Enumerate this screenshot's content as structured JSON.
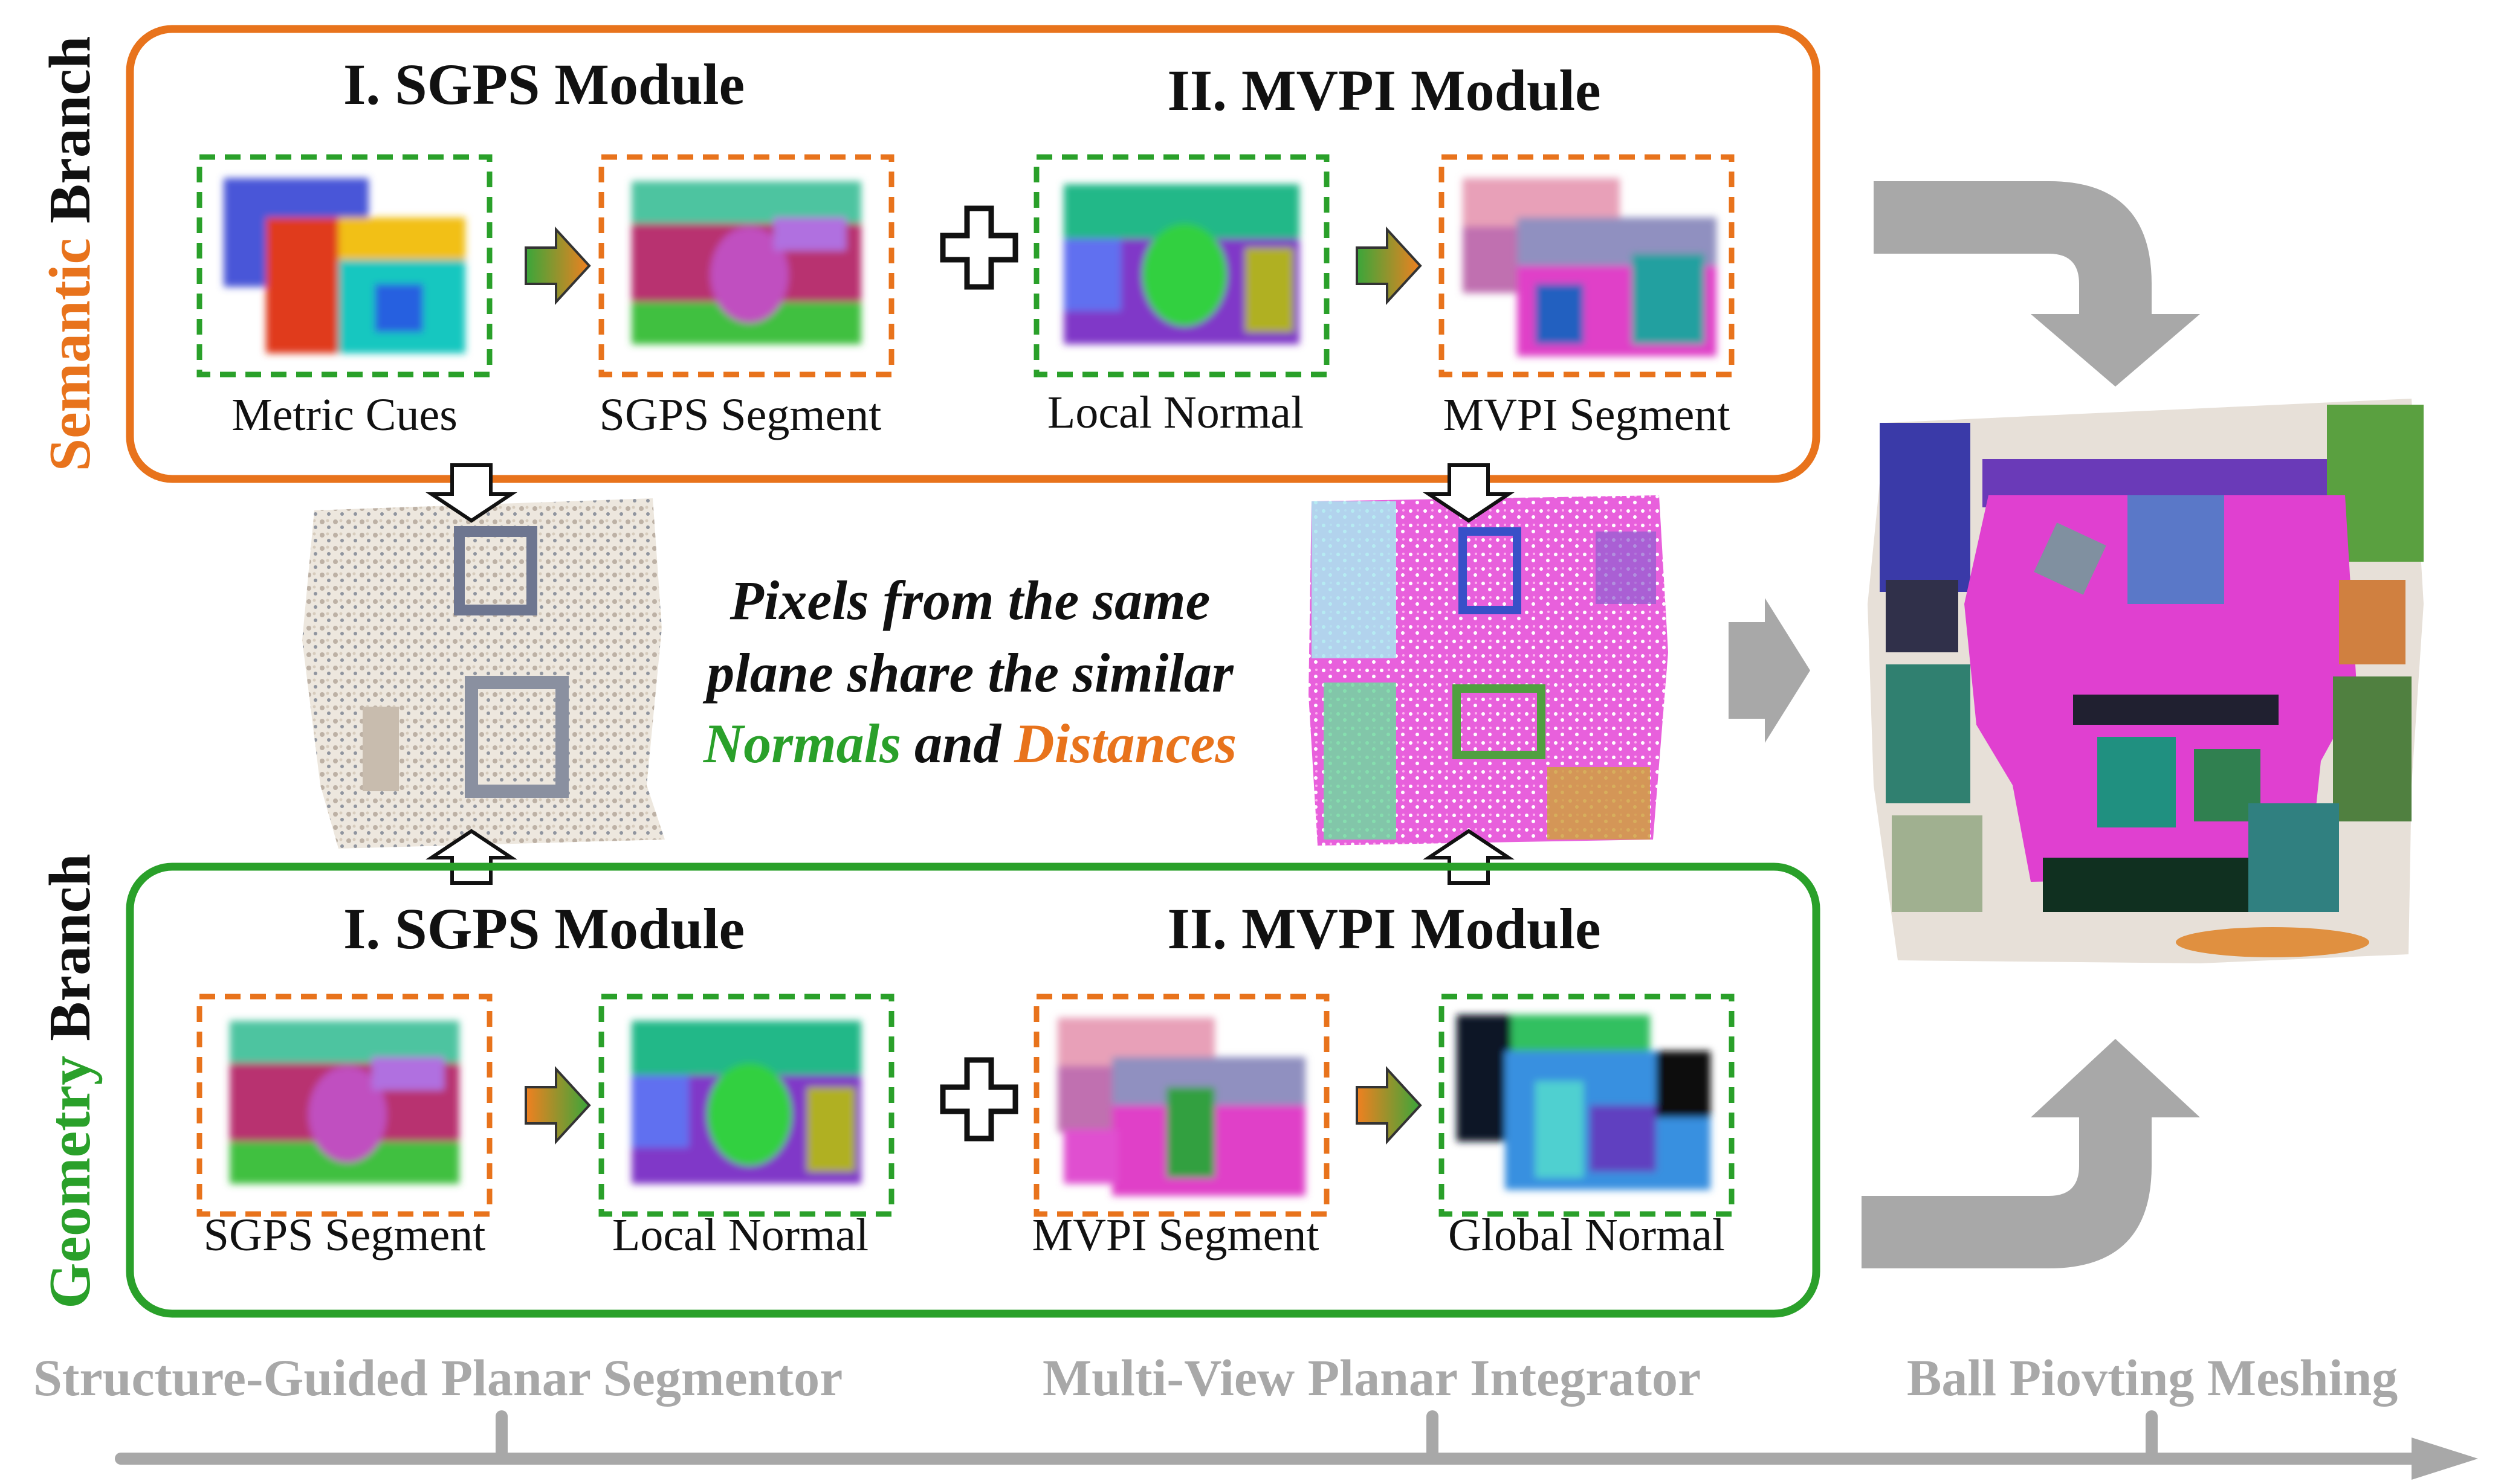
{
  "branches": {
    "semantic": {
      "word_colored": "Semantic",
      "word_plain": "Branch",
      "color": "#e8731c"
    },
    "geometry": {
      "word_colored": "Geometry",
      "word_plain": "Branch",
      "color": "#2aa02a"
    }
  },
  "modules": {
    "sgps_title": "I. SGPS Module",
    "mvpi_title": "II. MVPI Module"
  },
  "semantic_panels": [
    {
      "label": "Metric Cues",
      "border": "green"
    },
    {
      "label": "SGPS Segment",
      "border": "orange"
    },
    {
      "label": "Local Normal",
      "border": "green"
    },
    {
      "label": "MVPI Segment",
      "border": "orange"
    }
  ],
  "geometry_panels": [
    {
      "label": "SGPS Segment",
      "border": "orange"
    },
    {
      "label": "Local Normal",
      "border": "green"
    },
    {
      "label": "MVPI Segment",
      "border": "orange"
    },
    {
      "label": "Global Normal",
      "border": "green"
    }
  ],
  "center_note": {
    "line1": "Pixels from the same",
    "line2": "plane share the similar",
    "normals": "Normals",
    "and": "and",
    "distances": "Distances"
  },
  "stages": [
    "Structure-Guided Planar Segmentor",
    "Multi-View Planar Integrator",
    "Ball Piovting Meshing"
  ],
  "colors": {
    "orange": "#e8731c",
    "green": "#2aa02a",
    "gray": "#a8a8a8",
    "magenta": "#e040d8",
    "text": "#111111"
  },
  "icons": [
    "plus-icon",
    "gradient-arrow-icon",
    "hollow-down-arrow-icon",
    "hollow-up-arrow-icon",
    "gray-curved-arrow-icon",
    "gray-right-arrow-icon",
    "timeline-arrow-icon"
  ]
}
